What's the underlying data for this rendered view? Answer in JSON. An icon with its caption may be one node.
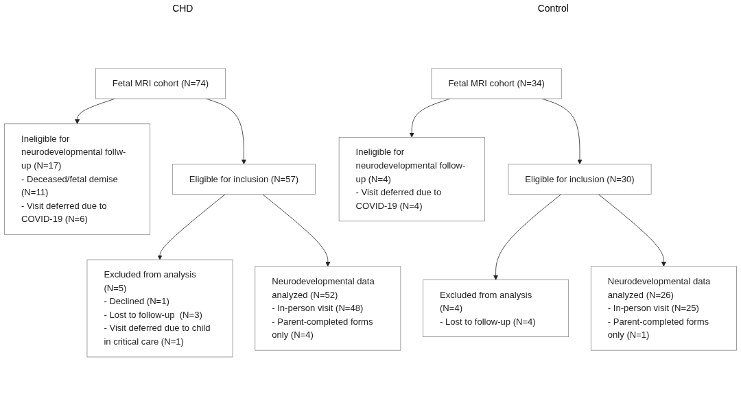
{
  "diagram": {
    "nodes": [
      {
        "text": [
          "Fetal MRI cohort (N=74)"
        ]
      },
      {
        "text": [
          "Ineligible for neurodevelopmental follw-up (N=17)",
          "- Deceased/fetal demise (N=11)",
          "- Visit deferred due to COVID-19 (N=6)"
        ]
      },
      {
        "text": [
          "Eligible for inclusion (N=57)"
        ]
      },
      {
        "text": [
          "Excluded from analysis (N=5)",
          "- Declined (N=1)",
          "- Lost to follow-up  (N=3)",
          "- Visit deferred due to child in critical care (N=1)"
        ]
      },
      {
        "text": [
          "Neurodevelopmental data analyzed (N=52)",
          "- In-person visit (N=48)",
          "- Parent-completed forms only (N=4)"
        ]
      },
      {
        "text": [
          "Fetal MRI cohort (N=34)"
        ]
      },
      {
        "text": [
          "Ineligible for neurodevelopmental follow-up (N=4)",
          "- Visit deferred due to COVID-19 (N=4)"
        ]
      },
      {
        "text": [
          "Eligible for inclusion (N=30)"
        ]
      },
      {
        "text": [
          "Excluded from analysis (N=4)",
          "- Lost to follow-up (N=4)"
        ]
      },
      {
        "text": [
          "Neurodevelopmental data analyzed (N=26)",
          "- In-person visit (N=25)",
          "- Parent-completed forms only (N=1)"
        ]
      }
    ],
    "edges": [
      {
        "from": 0,
        "to": 1,
        "arrow": "to"
      },
      {
        "from": 0,
        "to": 2,
        "arrow": "to"
      },
      {
        "from": 2,
        "to": 3,
        "arrow": "to"
      },
      {
        "from": 2,
        "to": 4,
        "arrow": "to"
      },
      {
        "from": 5,
        "to": 6,
        "arrow": "to"
      },
      {
        "from": 5,
        "to": 7,
        "arrow": "to"
      },
      {
        "from": 7,
        "to": 8,
        "arrow": "to"
      },
      {
        "from": 7,
        "to": 9,
        "arrow": "to"
      }
    ],
    "labels": [
      "CHD",
      "Control"
    ]
  }
}
